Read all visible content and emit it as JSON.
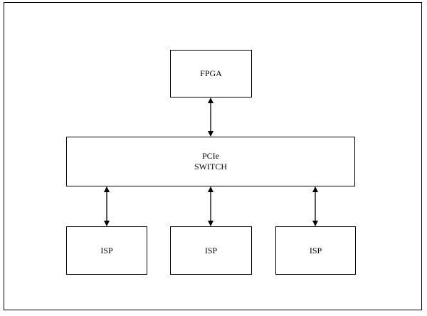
{
  "nodes": {
    "fpga": {
      "label": "FPGA"
    },
    "pcie_switch": {
      "line1": "PCIe",
      "line2": "SWITCH"
    },
    "isp_1": {
      "label": "ISP"
    },
    "isp_2": {
      "label": "ISP"
    },
    "isp_3": {
      "label": "ISP"
    }
  },
  "edges": [
    {
      "from": "fpga",
      "to": "pcie_switch",
      "style": "bidirectional-arrow"
    },
    {
      "from": "pcie_switch",
      "to": "isp_1",
      "style": "bidirectional-arrow"
    },
    {
      "from": "pcie_switch",
      "to": "isp_2",
      "style": "bidirectional-arrow"
    },
    {
      "from": "pcie_switch",
      "to": "isp_3",
      "style": "bidirectional-arrow"
    }
  ],
  "colors": {
    "line": "#000000",
    "background": "#ffffff"
  }
}
